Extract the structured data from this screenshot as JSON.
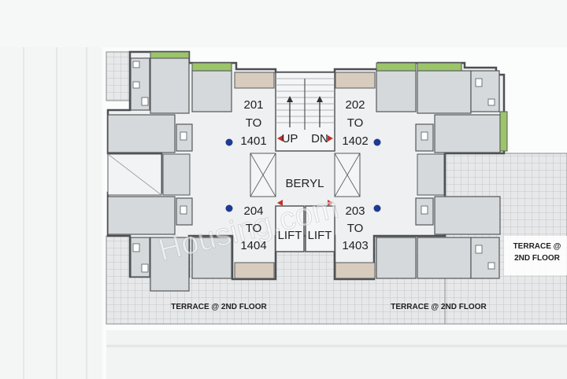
{
  "core": {
    "building_name": "BERYL",
    "stair_up": "UP",
    "stair_down": "DN",
    "lift_left": "LIFT",
    "lift_right": "LIFT"
  },
  "units": [
    {
      "line1": "201",
      "line2": "TO",
      "line3": "1401"
    },
    {
      "line1": "202",
      "line2": "TO",
      "line3": "1402"
    },
    {
      "line1": "204",
      "line2": "TO",
      "line3": "1404"
    },
    {
      "line1": "203",
      "line2": "TO",
      "line3": "1403"
    }
  ],
  "terraces": {
    "left": "TERRACE @ 2ND FLOOR",
    "center": "TERRACE @ 2ND FLOOR",
    "right_line1": "TERRACE @",
    "right_line2": "2ND FLOOR"
  },
  "watermark": "Housing.com",
  "colors": {
    "room_fill": "#d5d9dc",
    "wall": "#55585a",
    "tile_fill": "#e6e8e9",
    "tile_grid": "#b9bcbe",
    "balcony_green": "#9cc46a",
    "balcony_tan": "#d7ccbd",
    "marker_blue": "#1f3a93",
    "arrow_red": "#c4302b",
    "background": "#ffffff"
  }
}
